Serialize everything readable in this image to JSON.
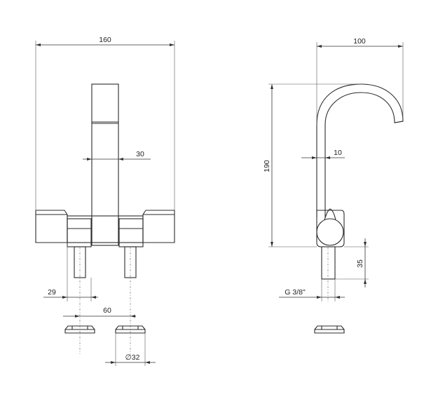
{
  "dimensions": {
    "overall_width": "160",
    "spout_width": "30",
    "outlet_pipe": "29",
    "outlet_spacing": "60",
    "base_diameter": "∅32",
    "spout_reach": "100",
    "overall_height": "190",
    "spout_tube": "10",
    "shank_length": "35",
    "thread": "G 3/8\""
  },
  "colors": {
    "line": "#2b2b2b",
    "background": "#ffffff"
  }
}
